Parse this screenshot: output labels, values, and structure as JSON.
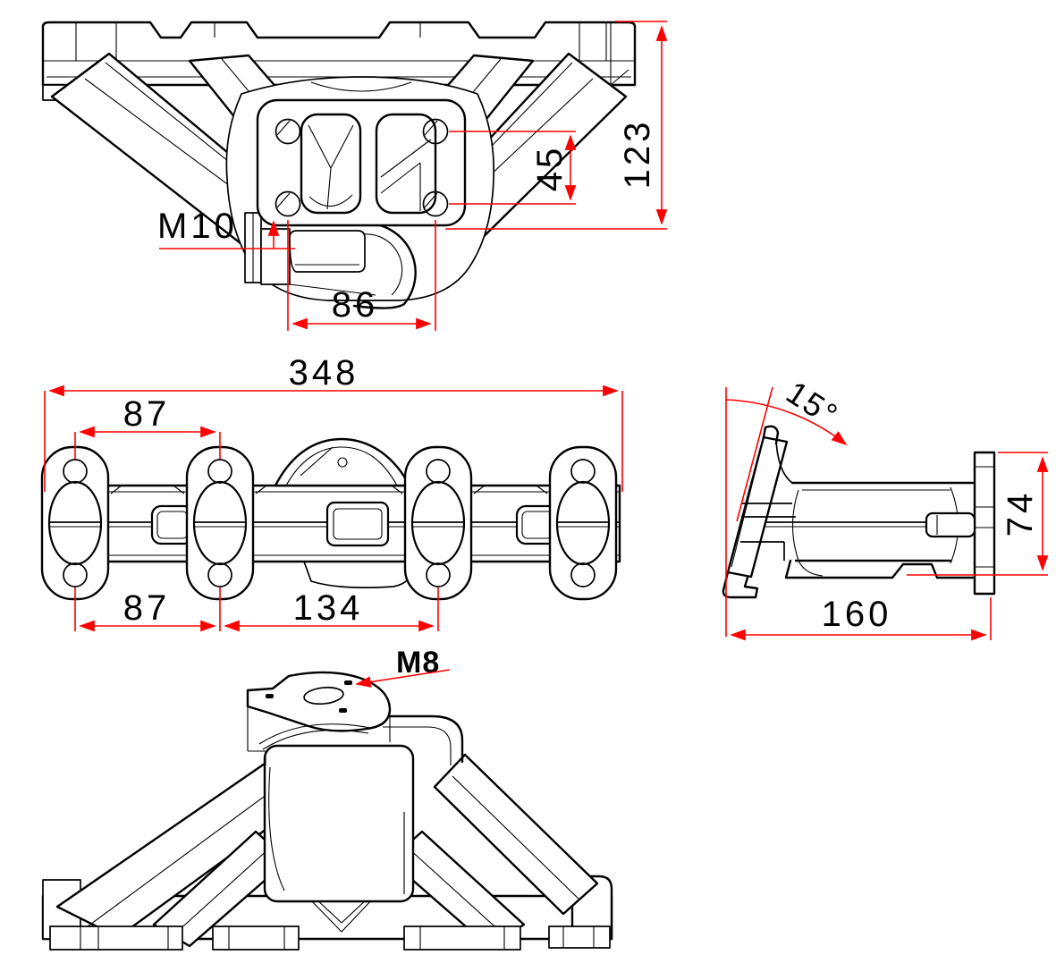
{
  "colors": {
    "background": "#ffffff",
    "line": "#000000",
    "dimension": "#ff0000"
  },
  "views": {
    "turbo_flange_view": {
      "dims": {
        "overall_height": "123",
        "bolt_spacing_vertical": "45",
        "mount_thread": "M10",
        "bolt_spacing_horizontal": "86"
      }
    },
    "front_view": {
      "dims": {
        "overall_length": "348",
        "port_spacing_top": "87",
        "port_spacing_bottom_left": "87",
        "port_spacing_bottom_center": "134"
      }
    },
    "side_view": {
      "dims": {
        "flange_angle": "15°",
        "outlet_flange_height": "74",
        "overall_depth": "160"
      }
    },
    "bottom_view": {
      "dims": {
        "bracket_thread": "M8"
      }
    }
  }
}
